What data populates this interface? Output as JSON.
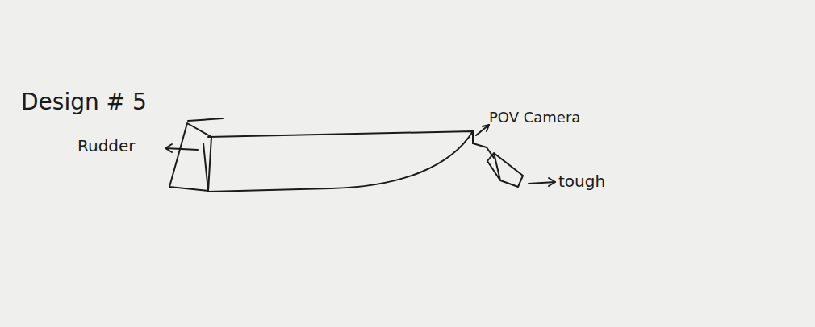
{
  "diagram": {
    "title": "Design # 5",
    "labels": [
      "Rudder",
      "POV Camera",
      "tough"
    ]
  }
}
